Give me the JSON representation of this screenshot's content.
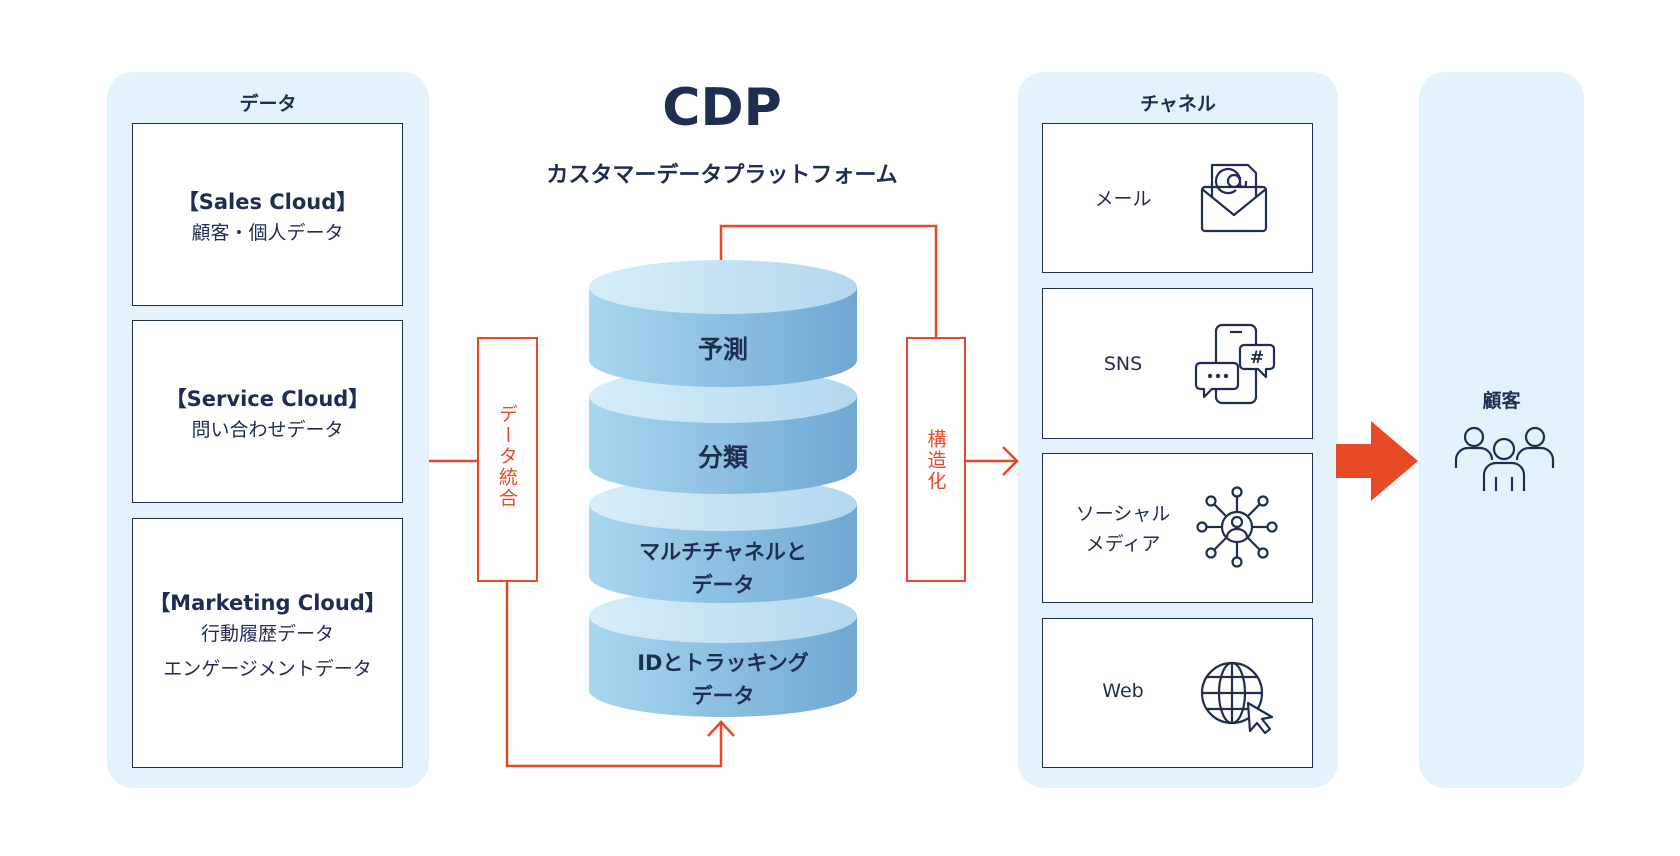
{
  "data_panel": {
    "title": "データ",
    "sources": [
      {
        "name": "【Sales Cloud】",
        "lines": [
          "顧客・個人データ"
        ]
      },
      {
        "name": "【Service Cloud】",
        "lines": [
          "問い合わせデータ"
        ]
      },
      {
        "name": "【Marketing Cloud】",
        "lines": [
          "行動履歴データ",
          "エンゲージメントデータ"
        ]
      }
    ]
  },
  "integration_label": "データ統合",
  "cdp": {
    "title": "CDP",
    "subtitle": "カスタマーデータプラットフォーム",
    "layers": [
      {
        "lines": [
          "予測"
        ]
      },
      {
        "lines": [
          "分類"
        ]
      },
      {
        "lines": [
          "マルチチャネルと",
          "データ"
        ]
      },
      {
        "lines": [
          "IDとトラッキング",
          "データ"
        ]
      }
    ]
  },
  "structuring_label": "構造化",
  "channel_panel": {
    "title": "チャネル",
    "channels": [
      {
        "lines": [
          "メール"
        ],
        "icon": "mail-icon"
      },
      {
        "lines": [
          "SNS"
        ],
        "icon": "smartphone-chat-icon"
      },
      {
        "lines": [
          "ソーシャル",
          "メディア"
        ],
        "icon": "social-network-icon"
      },
      {
        "lines": [
          "Web"
        ],
        "icon": "globe-cursor-icon"
      }
    ]
  },
  "customer_panel": {
    "title": "顧客",
    "icon": "people-group-icon"
  },
  "colors": {
    "navy": "#1f2d50",
    "accent": "#e84a25",
    "panel_bg": "#e3f2fb",
    "cylinder": "#8cc4e6"
  }
}
